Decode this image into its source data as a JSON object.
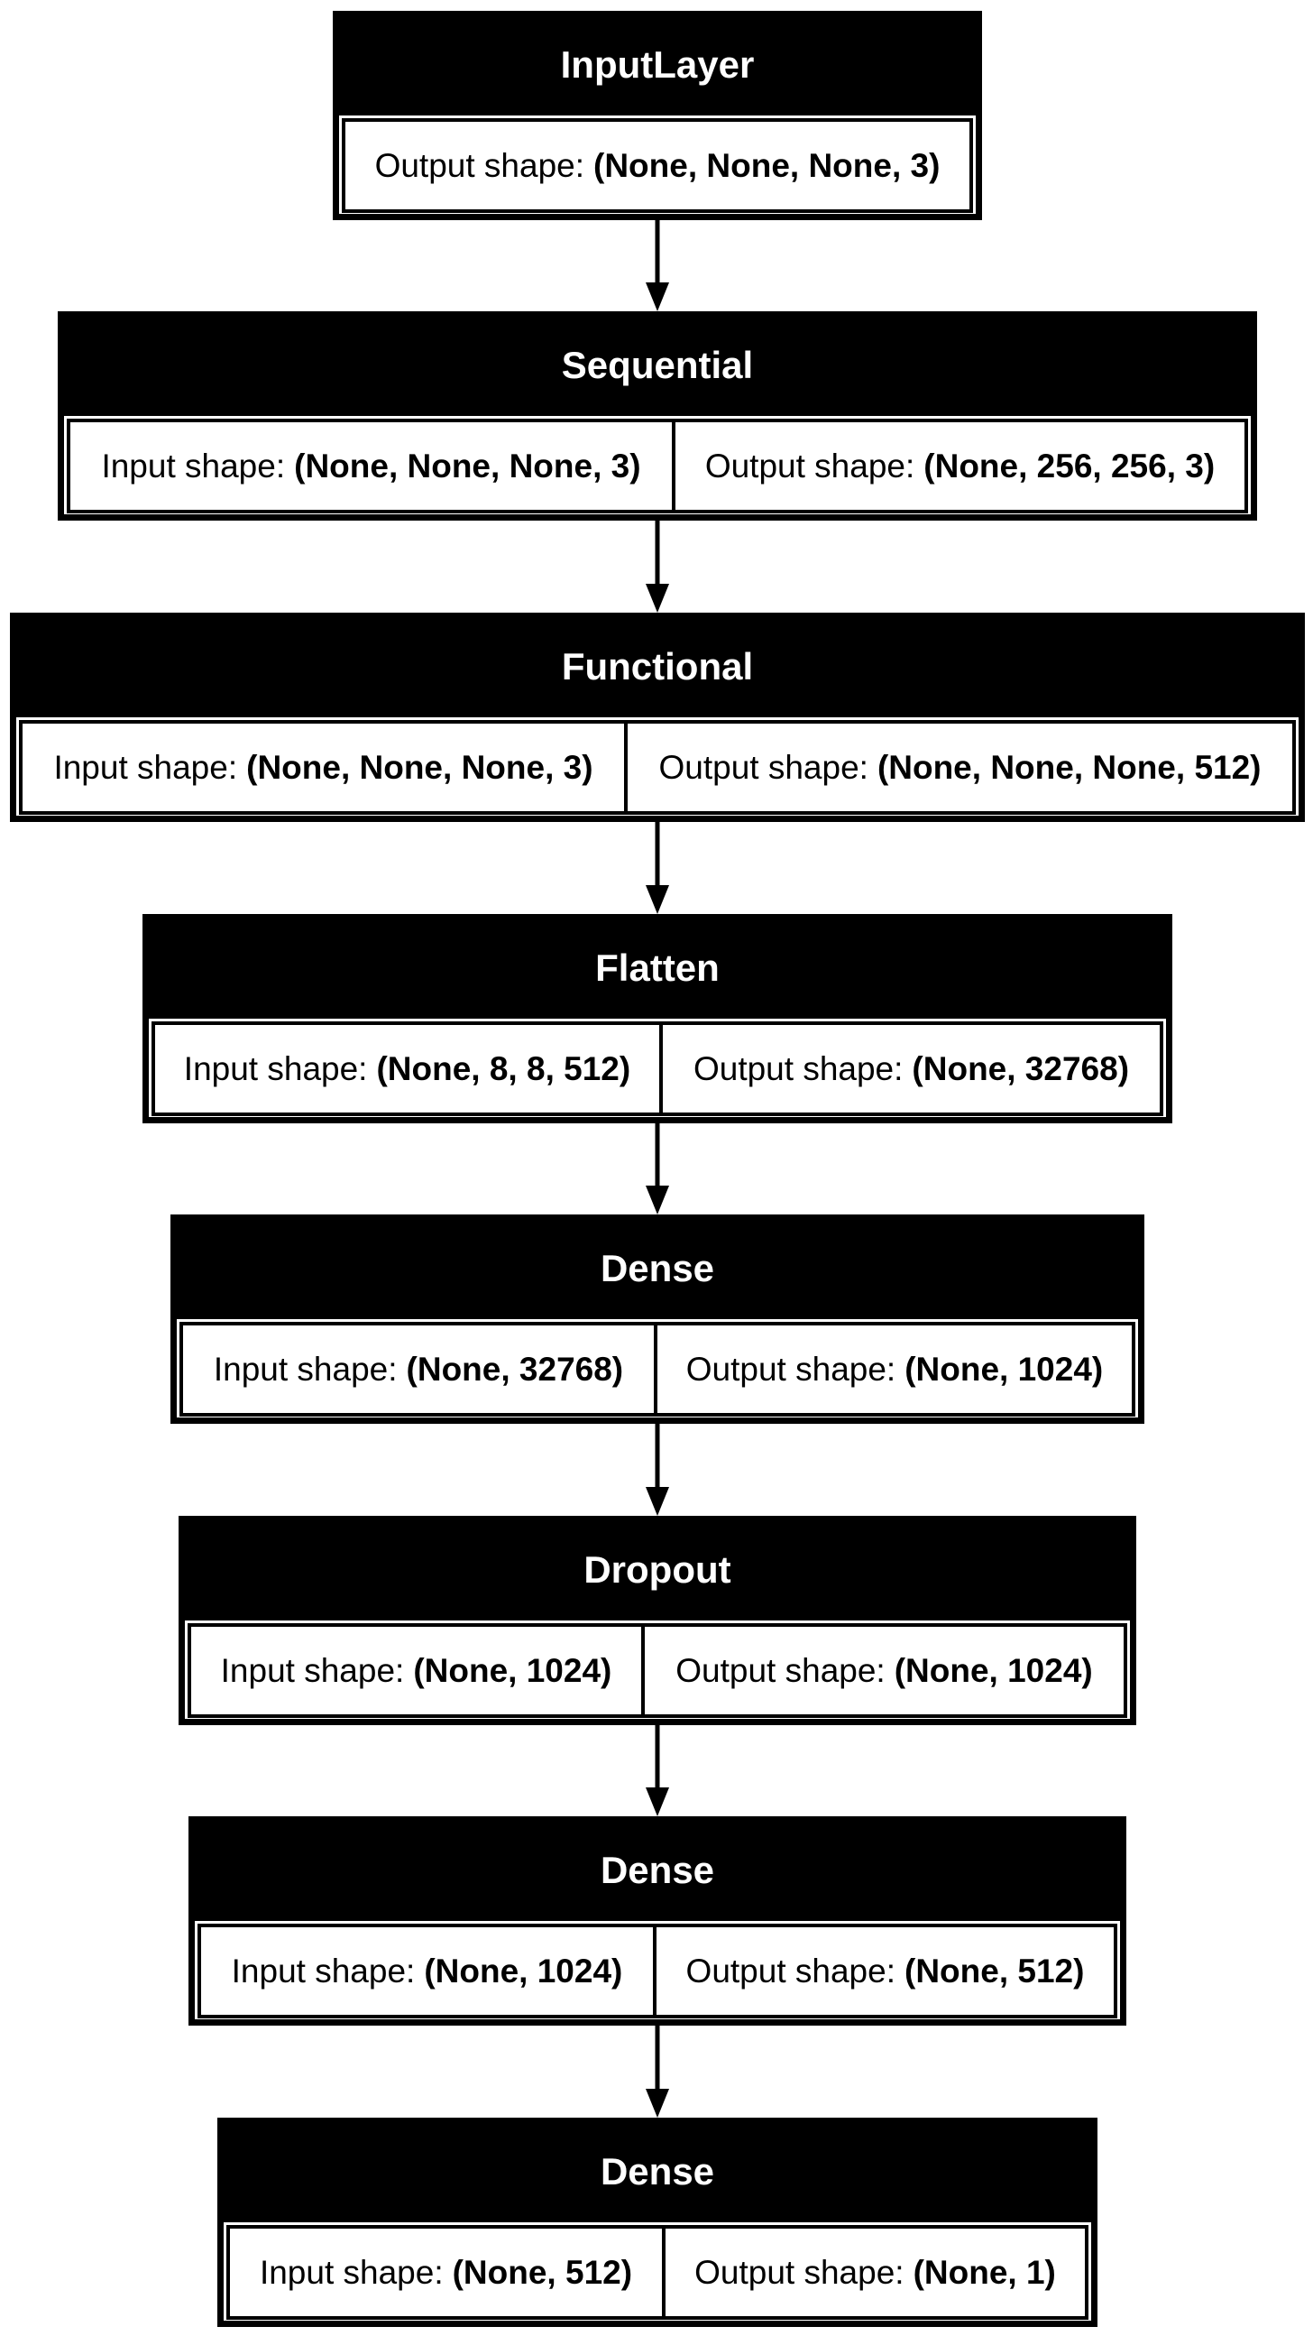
{
  "layers": [
    {
      "name": "InputLayer",
      "input_shape": null,
      "output_label": "Output shape:",
      "output_shape": "(None, None, None, 3)"
    },
    {
      "name": "Sequential",
      "input_label": "Input shape:",
      "input_shape": "(None, None, None, 3)",
      "output_label": "Output shape:",
      "output_shape": "(None, 256, 256, 3)"
    },
    {
      "name": "Functional",
      "input_label": "Input shape:",
      "input_shape": "(None, None, None, 3)",
      "output_label": "Output shape:",
      "output_shape": "(None, None, None, 512)"
    },
    {
      "name": "Flatten",
      "input_label": "Input shape:",
      "input_shape": "(None, 8, 8, 512)",
      "output_label": "Output shape:",
      "output_shape": "(None, 32768)"
    },
    {
      "name": "Dense",
      "input_label": "Input shape:",
      "input_shape": "(None, 32768)",
      "output_label": "Output shape:",
      "output_shape": "(None, 1024)"
    },
    {
      "name": "Dropout",
      "input_label": "Input shape:",
      "input_shape": "(None, 1024)",
      "output_label": "Output shape:",
      "output_shape": "(None, 1024)"
    },
    {
      "name": "Dense",
      "input_label": "Input shape:",
      "input_shape": "(None, 1024)",
      "output_label": "Output shape:",
      "output_shape": "(None, 512)"
    },
    {
      "name": "Dense",
      "input_label": "Input shape:",
      "input_shape": "(None, 512)",
      "output_label": "Output shape:",
      "output_shape": "(None, 1)"
    }
  ],
  "colors": {
    "node_border": "#000000",
    "node_header_bg": "#000000",
    "node_header_text": "#ffffff",
    "edge": "#000000"
  }
}
